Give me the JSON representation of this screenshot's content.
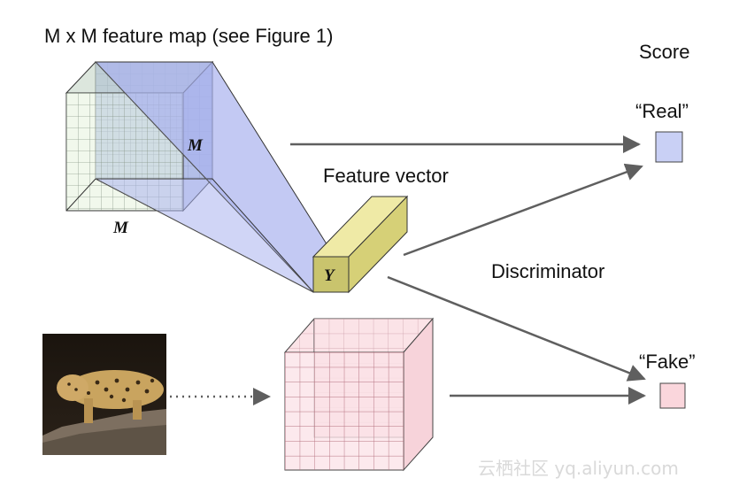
{
  "labels": {
    "feature_map_title": "M x M feature map (see Figure 1)",
    "dim_width": "M",
    "dim_depth": "M",
    "feature_vector": "Feature vector",
    "vector_symbol": "Y",
    "score": "Score",
    "real": "“Real”",
    "fake": "“Fake”",
    "discriminator": "Discriminator"
  },
  "watermark": "云栖社区 yq.aliyun.com",
  "colors": {
    "feature_map_front": "#e6f2dc",
    "feature_map_back": "#b7c4ea",
    "projection": "#aab2ee",
    "feature_vector": "#e8e38e",
    "real_box": "#c9d0f5",
    "fake_box": "#fad6dc",
    "fake_cube": "#fadde2",
    "arrow": "#5f5f5f"
  },
  "image": {
    "subject": "leopard-photo",
    "caption": ""
  }
}
